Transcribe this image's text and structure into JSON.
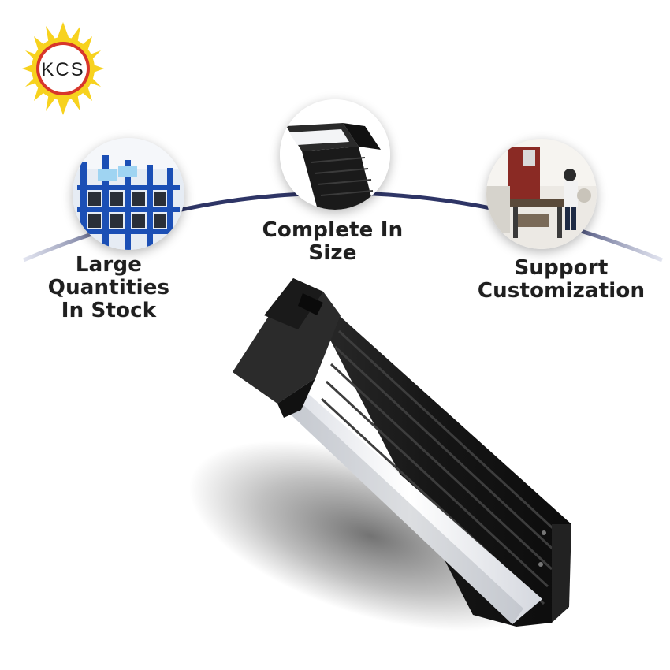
{
  "brand": {
    "logo_text": "KCS",
    "colors": {
      "sun": "#f7d21e",
      "ring": "#d8362b",
      "inner": "#ffffff"
    }
  },
  "features": [
    {
      "label_line1": "Large Quantities",
      "label_line2": "In Stock",
      "image": "warehouse-shelves-photo"
    },
    {
      "label_line1": "Complete In Size",
      "image": "light-bar-closeup-photo"
    },
    {
      "label_line1": "Support",
      "label_line2": "Customization",
      "image": "workshop-photo"
    }
  ],
  "product": {
    "image": "black-led-bar-light"
  },
  "colors": {
    "arc": "#2e3566",
    "text": "#1f1f1f"
  }
}
